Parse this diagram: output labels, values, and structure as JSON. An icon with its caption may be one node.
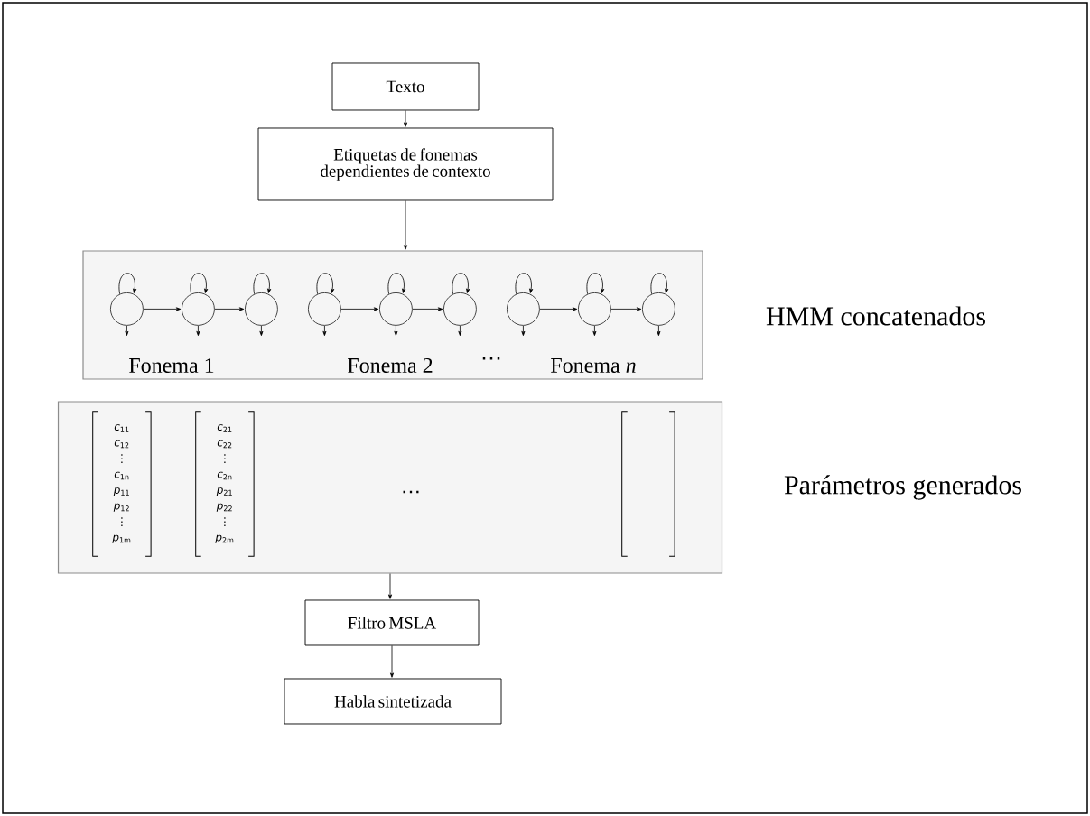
{
  "diagram": {
    "nodes": [
      {
        "text": [
          "Texto"
        ]
      },
      {
        "text": [
          "Etiquetas de fonemas dependientes de contexto"
        ]
      },
      {
        "text": [
          "HMM concatenados"
        ]
      },
      {
        "text": [],
        "shape": "circle",
        "in": 2
      },
      {
        "text": [],
        "shape": "circle",
        "in": 2
      },
      {
        "text": [],
        "shape": "circle",
        "in": 2
      },
      {
        "text": [],
        "shape": "circle",
        "in": 2
      },
      {
        "text": [],
        "shape": "circle",
        "in": 2
      },
      {
        "text": [],
        "shape": "circle",
        "in": 2
      },
      {
        "text": [],
        "shape": "circle",
        "in": 2
      },
      {
        "text": [],
        "shape": "circle",
        "in": 2
      },
      {
        "text": [],
        "shape": "circle",
        "in": 2
      },
      {
        "text": [
          "Parámetros generados"
        ]
      },
      {
        "text": [
          "*c*$_{11}$",
          "*c*$_{12}$",
          "⋮",
          "*c*$_{1n}$",
          "*p*$_{11}$",
          "*p*$_{12}$",
          "⋮",
          "*p*$_{1m}$"
        ],
        "in": 12
      },
      {
        "text": [
          "*c*$_{21}$",
          "*c*$_{22}$",
          "⋮",
          "*c*$_{2n}$",
          "*p*$_{21}$",
          "*p*$_{22}$",
          "⋮",
          "*p*$_{2m}$"
        ],
        "in": 12
      },
      {
        "text": [],
        "shape": "bracket",
        "in": 12
      },
      {
        "text": [
          "Filtro MSLA"
        ]
      },
      {
        "text": [
          "Habla sintetizada"
        ]
      }
    ],
    "edges": [
      {
        "from": 0,
        "to": 1,
        "arrow": "to"
      },
      {
        "from": 1,
        "to": 2,
        "arrow": "to"
      },
      {
        "from": 3,
        "to": 3,
        "arrow": "to"
      },
      {
        "from": 3,
        "to": 4,
        "arrow": "to"
      },
      {
        "from": 4,
        "to": 4,
        "arrow": "to"
      },
      {
        "from": 4,
        "to": 5,
        "arrow": "to"
      },
      {
        "from": 5,
        "to": 5,
        "arrow": "to"
      },
      {
        "from": 6,
        "to": 6,
        "arrow": "to"
      },
      {
        "from": 6,
        "to": 7,
        "arrow": "to"
      },
      {
        "from": 7,
        "to": 7,
        "arrow": "to"
      },
      {
        "from": 7,
        "to": 8,
        "arrow": "to"
      },
      {
        "from": 8,
        "to": 8,
        "arrow": "to"
      },
      {
        "from": 9,
        "to": 9,
        "arrow": "to"
      },
      {
        "from": 9,
        "to": 10,
        "arrow": "to"
      },
      {
        "from": 10,
        "to": 10,
        "arrow": "to"
      },
      {
        "from": 10,
        "to": 11,
        "arrow": "to"
      },
      {
        "from": 11,
        "to": 11,
        "arrow": "to"
      },
      {
        "from": 3,
        "to": null,
        "arrow": "to"
      },
      {
        "from": 4,
        "to": null,
        "arrow": "to"
      },
      {
        "from": 5,
        "to": null,
        "arrow": "to"
      },
      {
        "from": 6,
        "to": null,
        "arrow": "to"
      },
      {
        "from": 7,
        "to": null,
        "arrow": "to"
      },
      {
        "from": 8,
        "to": null,
        "arrow": "to"
      },
      {
        "from": 9,
        "to": null,
        "arrow": "to"
      },
      {
        "from": 10,
        "to": null,
        "arrow": "to"
      },
      {
        "from": 11,
        "to": null,
        "arrow": "to"
      },
      {
        "from": 12,
        "to": 16,
        "arrow": "to"
      },
      {
        "from": 16,
        "to": 17,
        "arrow": "to"
      }
    ],
    "labels": [
      "Fonema 1",
      "Fonema 2",
      "⋯",
      "Fonema *n*",
      "…"
    ]
  }
}
